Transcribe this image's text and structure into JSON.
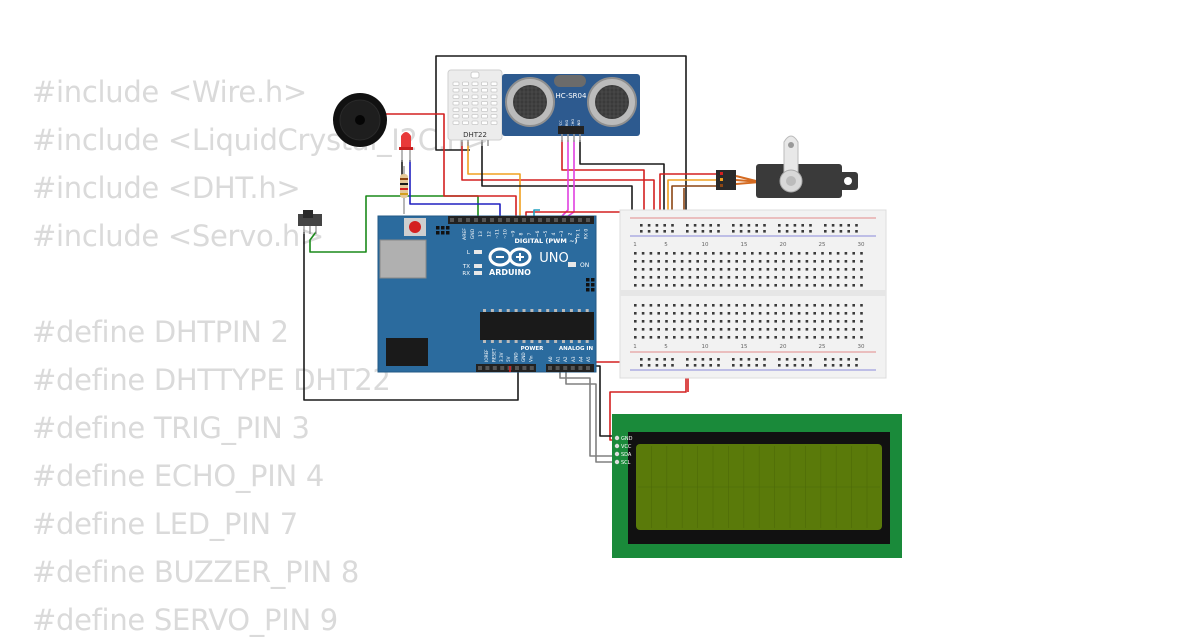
{
  "code_lines": [
    "#include <Wire.h>",
    "#include <LiquidCrystal_I2C.h>",
    "#include <DHT.h>",
    "#include <Servo.h>",
    "",
    "#define DHTPIN 2",
    "#define DHTTYPE DHT22",
    "#define TRIG_PIN 3",
    "#define ECHO_PIN 4",
    "#define LED_PIN 7",
    "#define BUZZER_PIN 8",
    "#define SERVO_PIN 9"
  ],
  "components": {
    "dht22": {
      "label": "DHT22"
    },
    "ultrasonic": {
      "model": "HC-SR04",
      "pins": [
        "VCC",
        "TRIG",
        "ECHO",
        "GND"
      ]
    },
    "arduino": {
      "brand": "ARDUINO",
      "model": "UNO",
      "digital_header": "DIGITAL (PWM ~)",
      "power_header": "POWER",
      "analog_header": "ANALOG IN",
      "on_label": "ON",
      "led_labels": [
        "L",
        "TX",
        "RX"
      ],
      "top_pins": [
        "AREF",
        "GND",
        "13",
        "12",
        "~11",
        "~10",
        "~9",
        "8",
        "7",
        "~6",
        "~5",
        "4",
        "~3",
        "2",
        "TX 1",
        "RX 0"
      ],
      "power_pins": [
        "IOREF",
        "RESET",
        "3.3V",
        "5V",
        "GND",
        "GND",
        "Vin"
      ],
      "analog_pins": [
        "A0",
        "A1",
        "A2",
        "A3",
        "A4",
        "A5"
      ]
    },
    "breadboard": {
      "col_numbers": [
        "1",
        "5",
        "10",
        "15",
        "20",
        "25",
        "30"
      ]
    },
    "lcd": {
      "pins": [
        "GND",
        "VCC",
        "SDA",
        "SCL"
      ]
    }
  },
  "colors": {
    "code_text": "#dadada",
    "arduino_board": "#2b6b9e",
    "lcd_pcb": "#1a8a3a",
    "lcd_screen": "#5a7a0a",
    "wire_red": "#d42020",
    "wire_black": "#1a1a1a",
    "wire_orange": "#f0a020",
    "wire_brown": "#8b4513",
    "wire_green": "#1a8a1a",
    "wire_blue": "#2020c0",
    "wire_magenta": "#e040e0",
    "wire_gray": "#808080"
  }
}
